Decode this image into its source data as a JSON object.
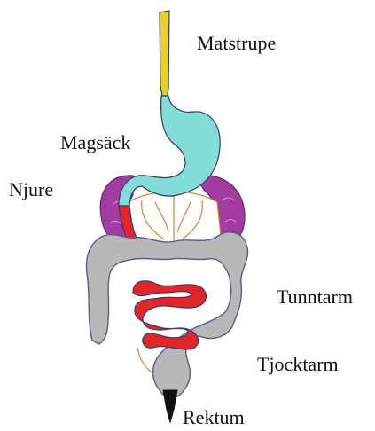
{
  "labels": {
    "esophagus": "Matstrupe",
    "stomach": "Magsäck",
    "kidney": "Njure",
    "small_intestine": "Tunntarm",
    "large_intestine": "Tjocktarm",
    "rectum": "Rektum"
  },
  "colors": {
    "esophagus": "#e8d21e",
    "stomach": "#82dcd8",
    "kidney": "#a23ca0",
    "small_intestine": "#e0262a",
    "large_intestine": "#b8b8b8",
    "rectum": "#111111",
    "mesentery": "#ffffff",
    "vessels": "#c88a3a",
    "outline": "#3a3a6a"
  }
}
